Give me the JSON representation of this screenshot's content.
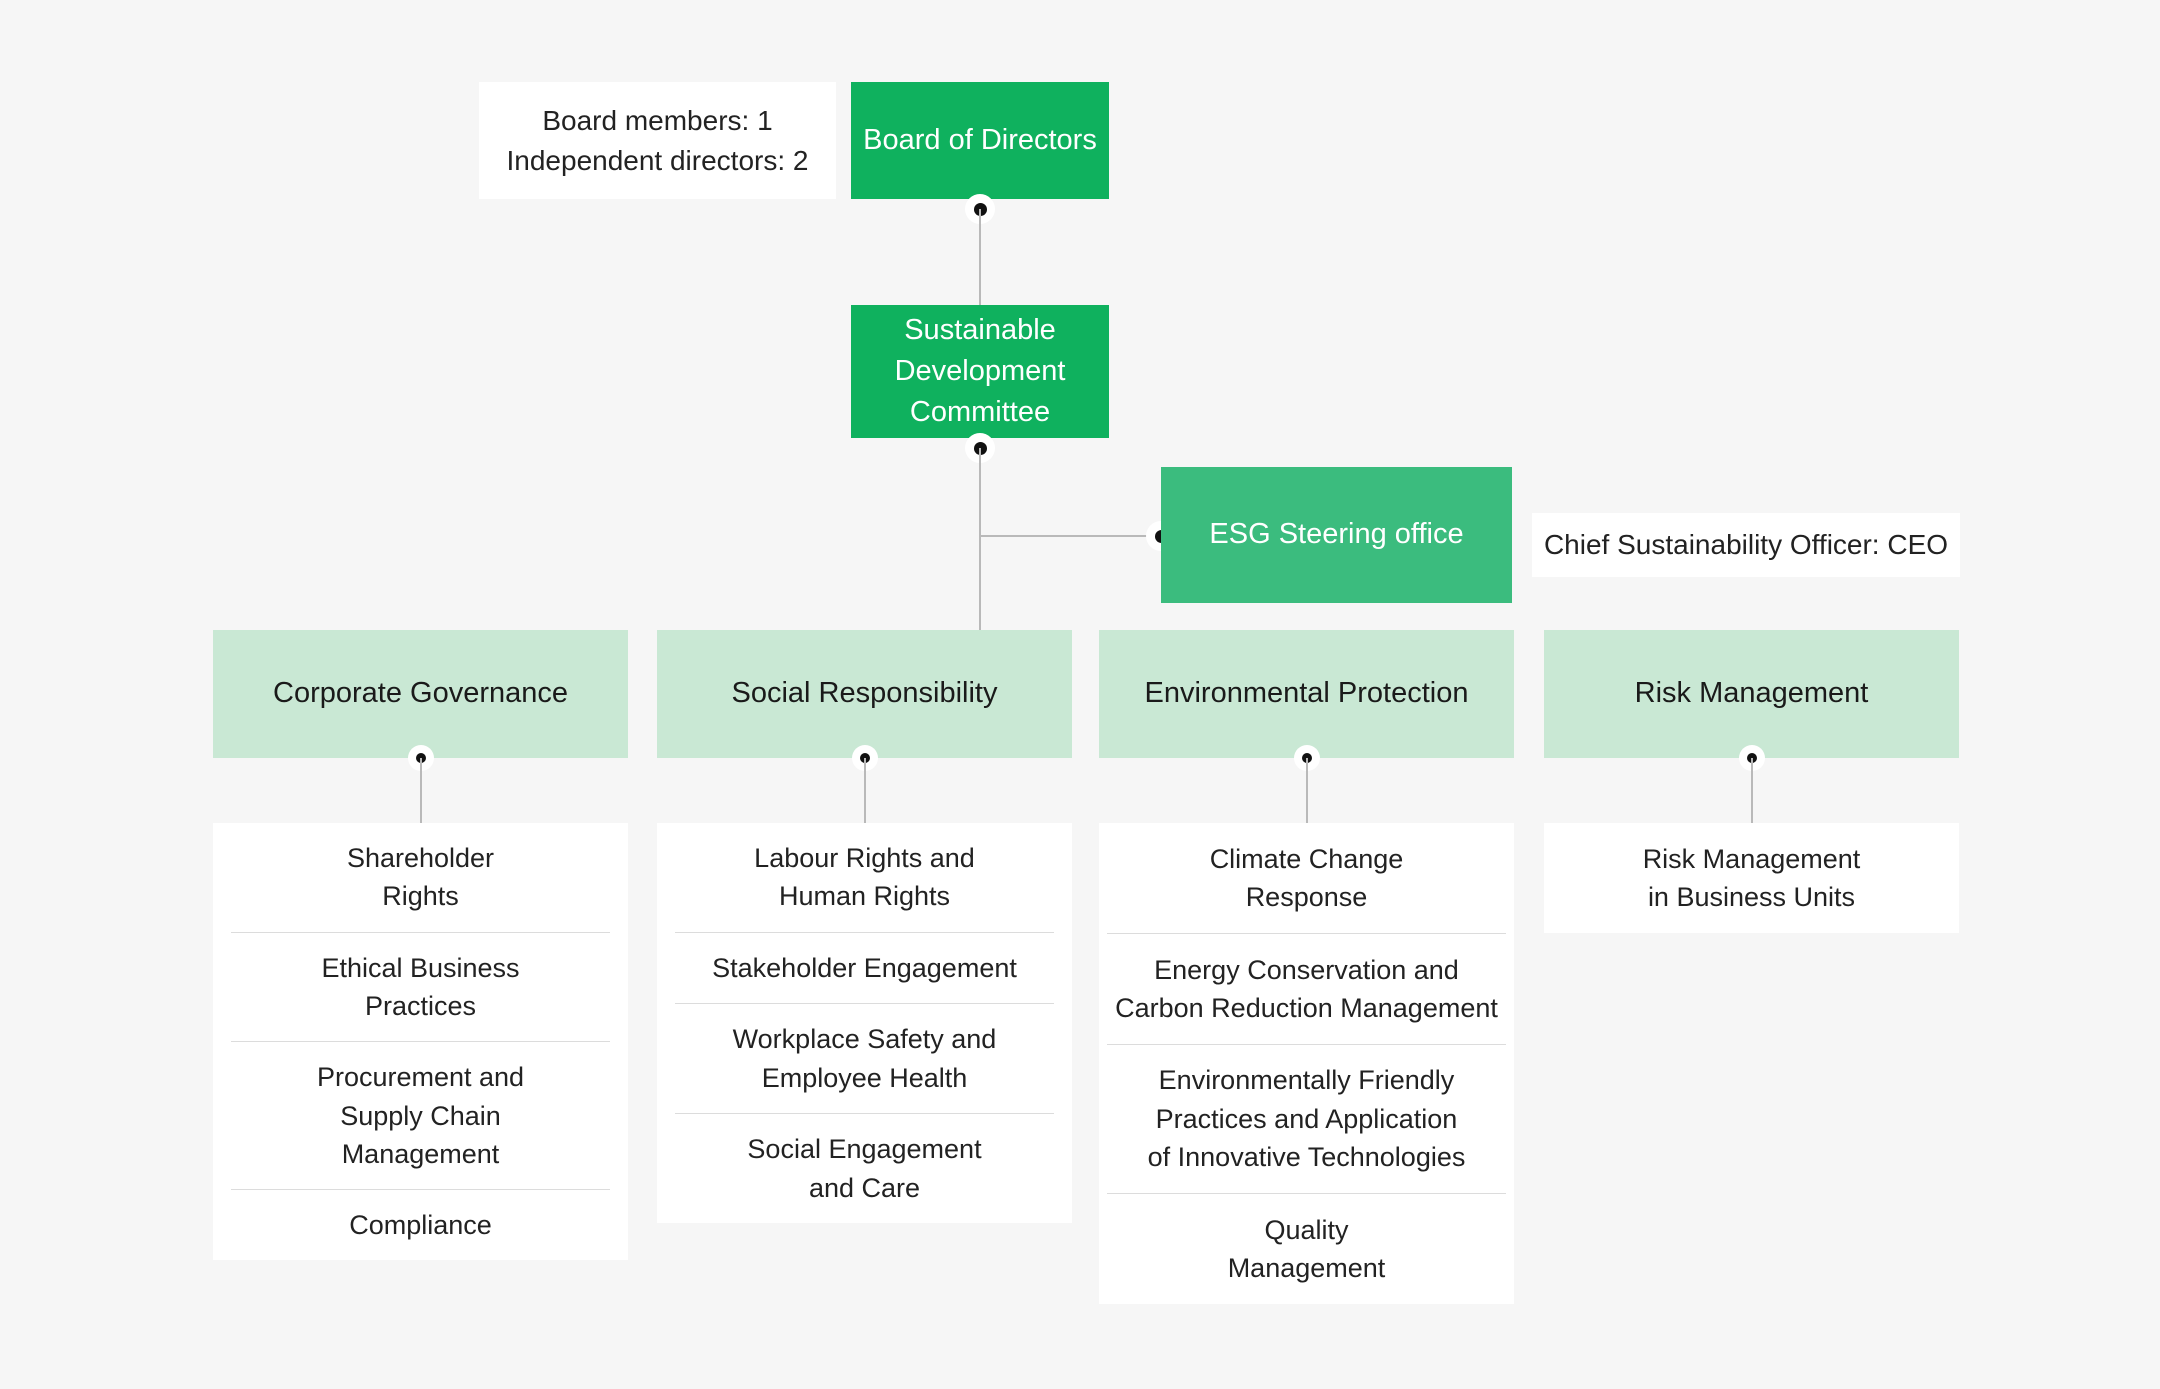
{
  "background_color": "#f6f6f6",
  "colors": {
    "green_dark": "#0fb15e",
    "green_mid": "#3bbc7e",
    "green_light": "#c9e8d4",
    "white": "#ffffff",
    "connector": "#b9b9b9",
    "divider": "#dcdcdc"
  },
  "top": {
    "board_info": "Board members: 1\nIndependent directors: 2",
    "board_of_directors": "Board of Directors",
    "sustainable_development_committee": "Sustainable\nDevelopment\nCommittee",
    "esg_steering_office": "ESG Steering office",
    "chief_sustainability_officer": "Chief Sustainability Officer: CEO"
  },
  "pillars": [
    {
      "title": "Corporate Governance",
      "items": [
        "Shareholder\nRights",
        "Ethical Business\nPractices",
        "Procurement and\nSupply Chain\nManagement",
        "Compliance"
      ]
    },
    {
      "title": "Social Responsibility",
      "items": [
        "Labour Rights and\nHuman Rights",
        "Stakeholder Engagement",
        "Workplace Safety and\nEmployee Health",
        "Social Engagement\nand Care"
      ]
    },
    {
      "title": "Environmental Protection",
      "items": [
        "Climate Change\nResponse",
        "Energy Conservation and\nCarbon Reduction Management",
        "Environmentally Friendly\nPractices and Application\nof Innovative Technologies",
        "Quality\nManagement"
      ]
    },
    {
      "title": "Risk Management",
      "items": [
        "Risk Management\nin Business Units"
      ]
    }
  ]
}
